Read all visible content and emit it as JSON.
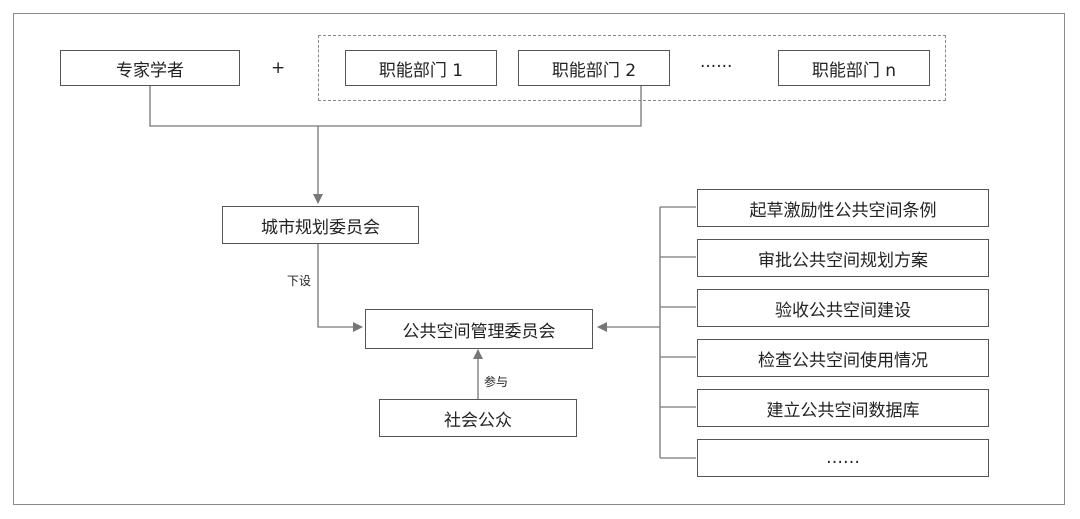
{
  "nodes": {
    "experts": "专家学者",
    "plus": "+",
    "dept1": "职能部门 1",
    "dept2": "职能部门 2",
    "dept_ellipsis": "······",
    "deptn": "职能部门 n",
    "city_committee": "城市规划委员会",
    "public_committee": "公共空间管理委员会",
    "public": "社会公众"
  },
  "edges": {
    "setup_label": "下设",
    "participate_label": "参与"
  },
  "duties": [
    "起草激励性公共空间条例",
    "审批公共空间规划方案",
    "验收公共空间建设",
    "检查公共空间使用情况",
    "建立公共空间数据库",
    "……"
  ]
}
